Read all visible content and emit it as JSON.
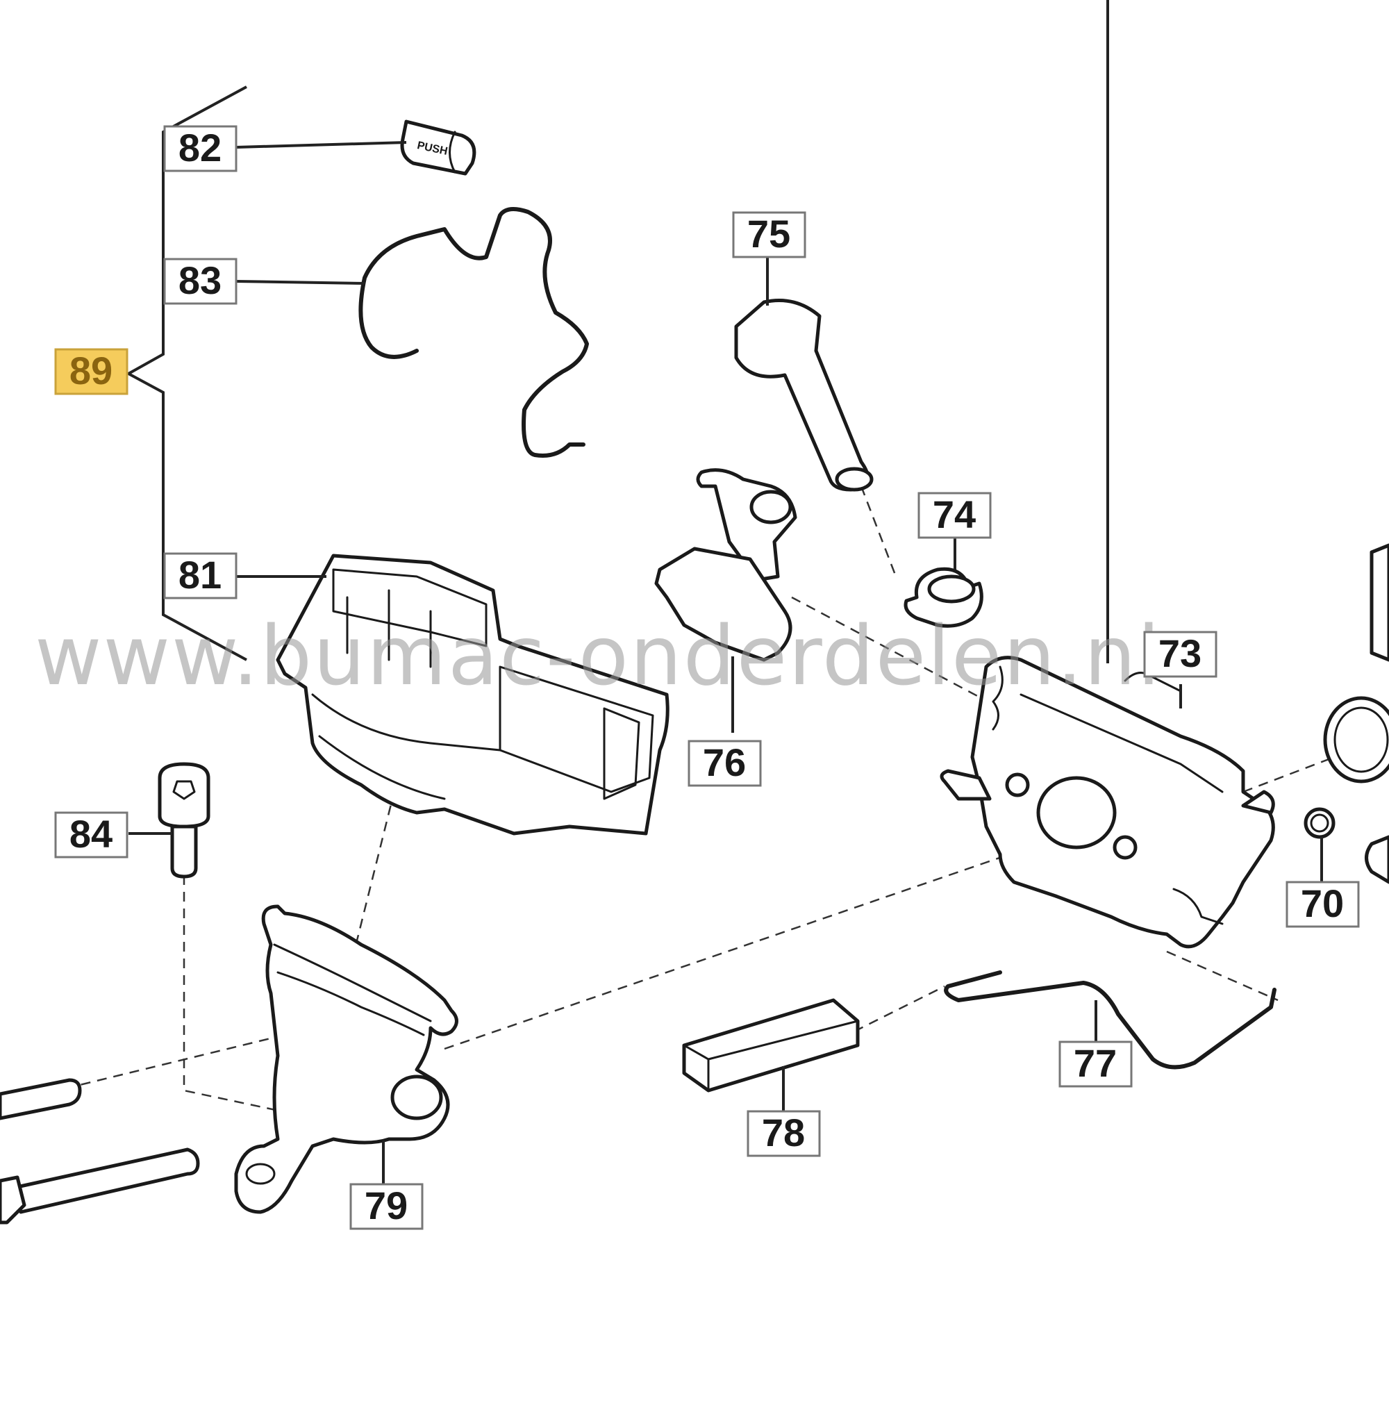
{
  "diagram": {
    "watermark": "www.bumac-onderdelen.nl",
    "highlight_color": "#f5cc5c",
    "callouts": {
      "c70": "70",
      "c73": "73",
      "c74": "74",
      "c75": "75",
      "c76": "76",
      "c77": "77",
      "c78": "78",
      "c79": "79",
      "c81": "81",
      "c82": "82",
      "c83": "83",
      "c84": "84",
      "c89": "89"
    },
    "cap_label": "PUSH"
  }
}
